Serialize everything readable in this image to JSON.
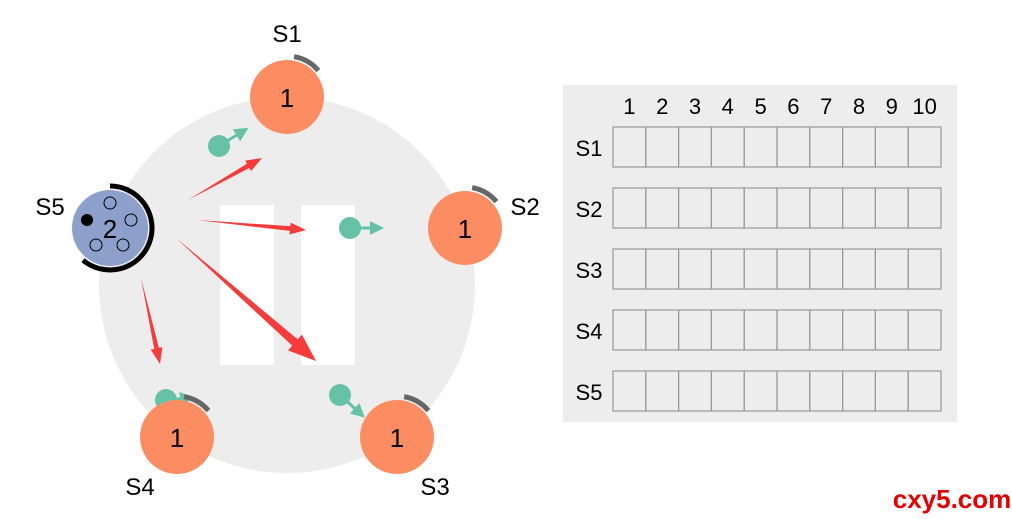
{
  "servers": [
    {
      "id": "S1",
      "term": "1",
      "state": "follower"
    },
    {
      "id": "S2",
      "term": "1",
      "state": "follower"
    },
    {
      "id": "S3",
      "term": "1",
      "state": "follower"
    },
    {
      "id": "S4",
      "term": "1",
      "state": "follower"
    },
    {
      "id": "S5",
      "term": "2",
      "state": "candidate"
    }
  ],
  "log_table": {
    "columns": [
      "1",
      "2",
      "3",
      "4",
      "5",
      "6",
      "7",
      "8",
      "9",
      "10"
    ],
    "rows": [
      "S1",
      "S2",
      "S3",
      "S4",
      "S5"
    ]
  },
  "watermark": "cxy5.com",
  "colors": {
    "follower": "#fc8d62",
    "candidate": "#8da0cb",
    "message": "#66c2a5",
    "arrow": "#f63b3b",
    "panel": "#ededed"
  }
}
